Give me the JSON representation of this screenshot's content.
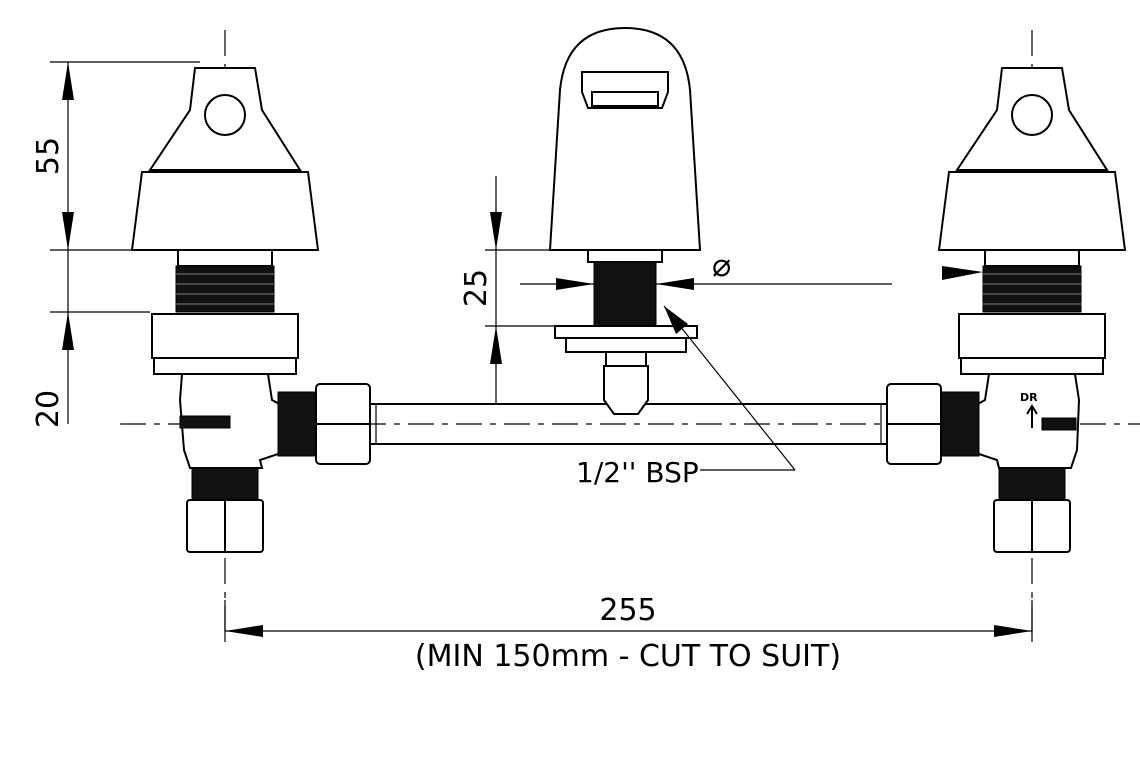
{
  "dimensions": {
    "handle_height": "55",
    "thread_height": "20",
    "spout_thread": "25",
    "diameter_symbol": "⌀",
    "centres": "255",
    "centres_note": "(MIN 150mm - CUT TO SUIT)"
  },
  "callouts": {
    "thread_spec": "1/2'' BSP"
  },
  "markings": {
    "right_valve_text": "DR"
  }
}
